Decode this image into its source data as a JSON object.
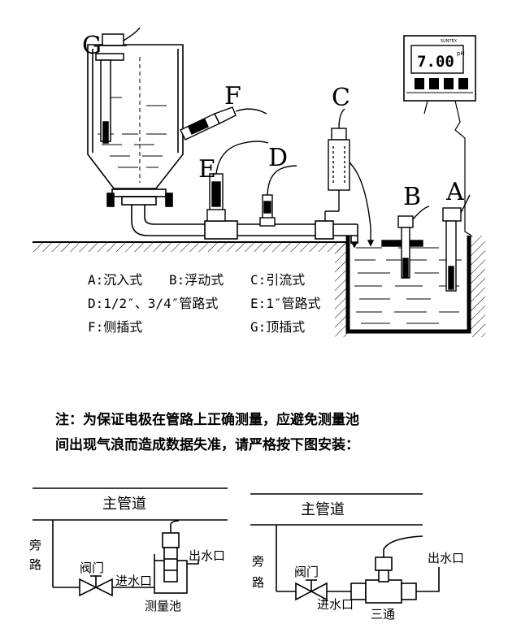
{
  "top_diagram": {
    "letters": {
      "A": "A",
      "B": "B",
      "C": "C",
      "D": "D",
      "E": "E",
      "F": "F",
      "G": "G"
    },
    "meter": {
      "brand": "SUNTEX",
      "reading": "7.00",
      "unit": "pH"
    },
    "legend": {
      "row1": [
        "A:沉入式",
        "B:浮动式",
        "C:引流式"
      ],
      "row2": [
        "D:1/2″、3/4″管路式",
        "E:1″管路式"
      ],
      "row3": [
        "F:侧插式",
        "G:顶插式"
      ]
    }
  },
  "note": {
    "line1": "注：为保证电极在管路上正确测量，应避免测量池",
    "line2": "间出现气浪而造成数据失准，请严格按下图安装："
  },
  "left_scheme": {
    "main_pipe": "主管道",
    "bypass": [
      "旁",
      "路"
    ],
    "valve": "阀门",
    "inlet": "进水口",
    "outlet": "出水口",
    "vessel": "测量池"
  },
  "right_scheme": {
    "main_pipe": "主管道",
    "bypass": [
      "旁",
      "路"
    ],
    "valve": "阀门",
    "inlet": "进水口",
    "outlet": "出水口",
    "tee": "三通"
  }
}
